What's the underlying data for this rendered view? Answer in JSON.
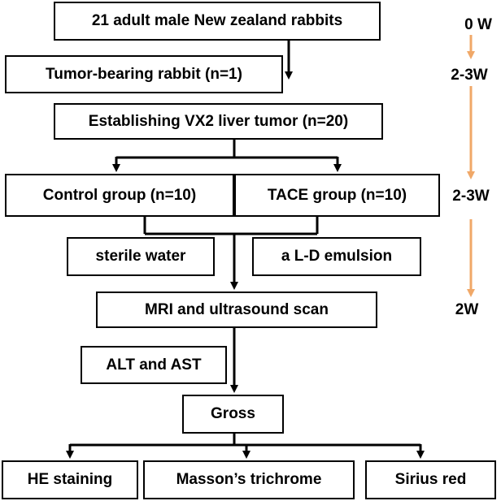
{
  "nodes": {
    "rabbits": "21 adult male New zealand rabbits",
    "tumor_bearing": "Tumor-bearing rabbit (n=1)",
    "establishing": "Establishing VX2 liver tumor (n=20)",
    "control": "Control group (n=10)",
    "tace": "TACE group (n=10)",
    "sterile_water": "sterile water",
    "emulsion": "a L-D emulsion",
    "mri": "MRI and ultrasound scan",
    "alt_ast": "ALT and AST",
    "gross": "Gross",
    "he": "HE staining",
    "masson": "Masson’s trichrome",
    "sirius": "Sirius red"
  },
  "timeline": {
    "t0": "0 W",
    "t1": "2-3W",
    "t2": "2-3W",
    "t3": "2W"
  },
  "colors": {
    "timeline_arrow": "#f0a868",
    "flow": "#000000"
  }
}
